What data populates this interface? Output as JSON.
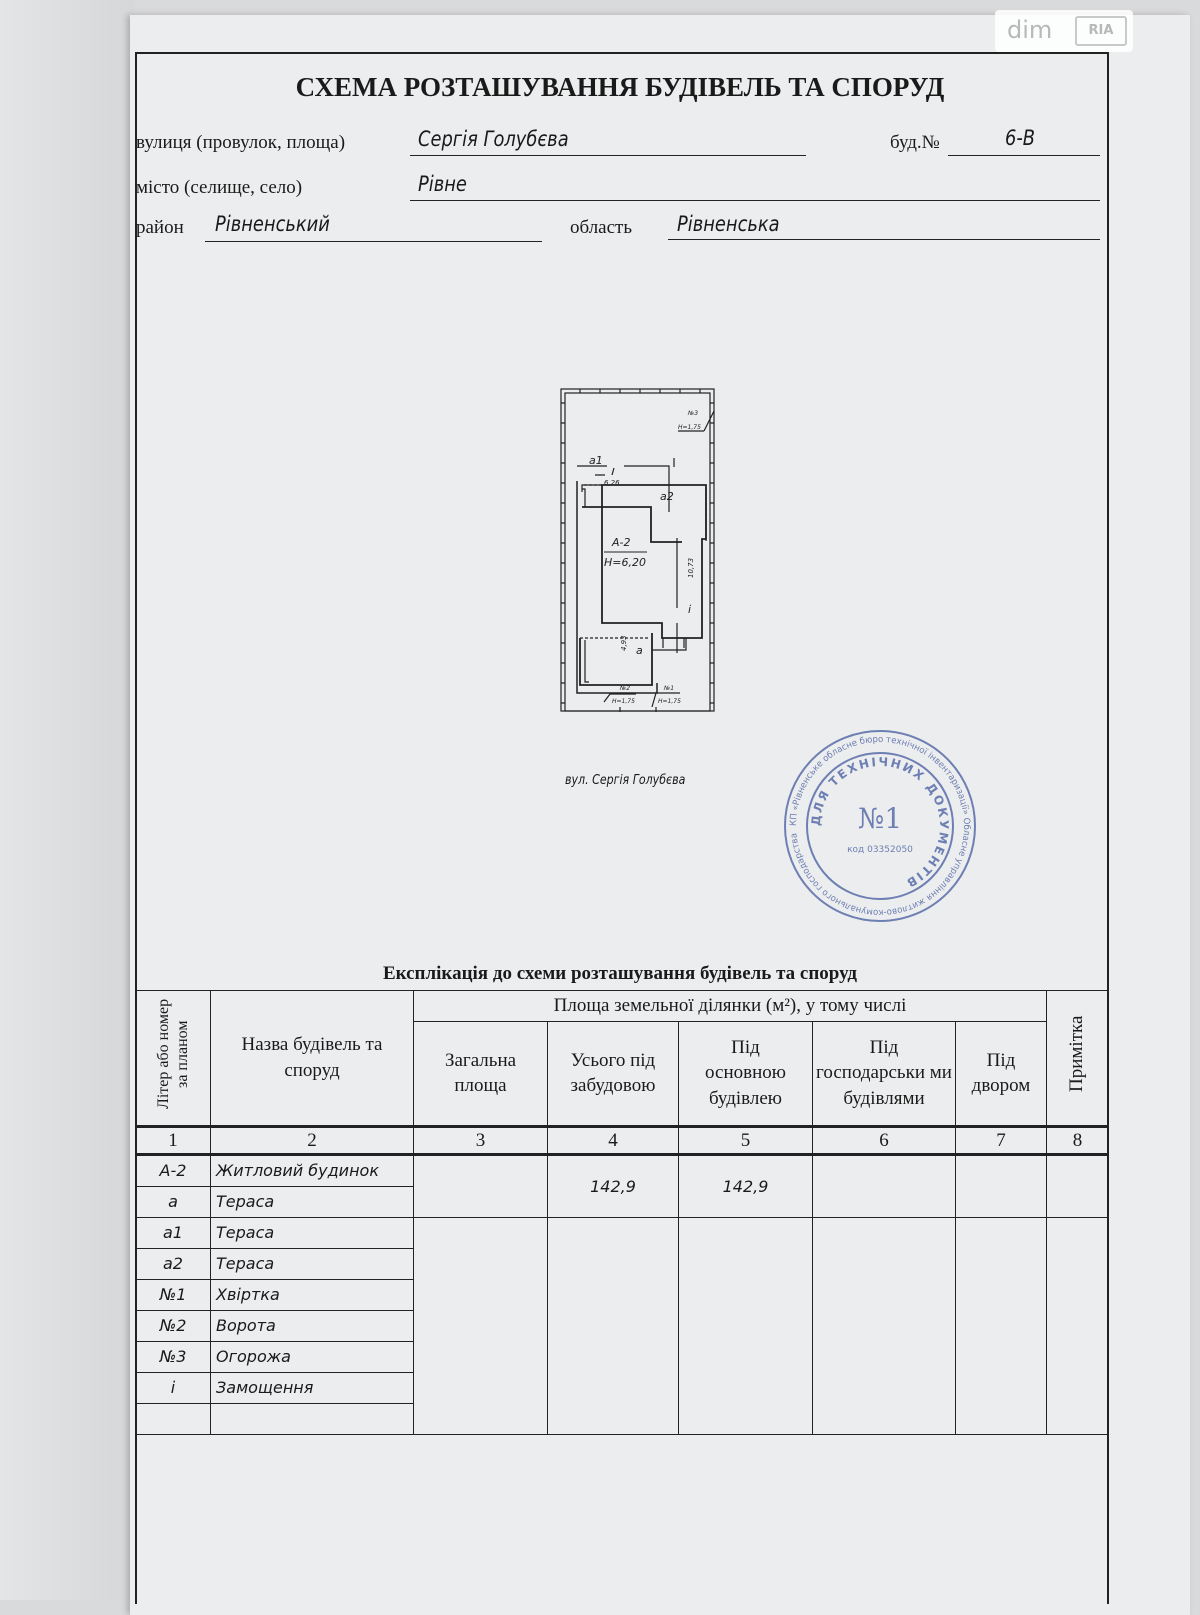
{
  "document": {
    "title": "СХЕМА РОЗТАШУВАННЯ БУДІВЕЛЬ ТА СПОРУД",
    "fields": {
      "street_label": "вулиця (провулок, площа)",
      "street_value": "Сергія Голубєва",
      "building_label": "буд.№",
      "building_value": "6-В",
      "city_label": "місто (селище, село)",
      "city_value": "Рівне",
      "district_label": "район",
      "district_value": "Рівненський",
      "region_label": "область",
      "region_value": "Рівненська"
    },
    "plan": {
      "labels": {
        "main": "А-2",
        "height": "Н=6,20",
        "a": "а",
        "a1": "а1",
        "a2": "а2",
        "i": "і",
        "dim_top": "6,26",
        "dim_side": "10,73",
        "dim_bottom": "4,93",
        "n3": "№3",
        "n3_h": "Н=1,75",
        "n2": "№2",
        "n2_h": "Н=1,75",
        "n1": "№1",
        "n1_h": "Н=1,75"
      },
      "caption": "вул. Сергія Голубєва"
    },
    "stamp": {
      "center": "№1",
      "inner_ring": "ДЛЯ ТЕХНІЧНИХ ДОКУМЕНТІВ",
      "outer_ring": "КП «Рівненське обласне бюро технічної інвентаризації» Обласне управління житлово-комунального господарства",
      "code": "код 03352050"
    },
    "watermark": "dim RIA"
  },
  "explication": {
    "title": "Експлікація до схеми розташування будівель та споруд",
    "headers": {
      "col1": "Літер або номер за планом",
      "col2": "Назва будівель та споруд",
      "group": "Площа земельної ділянки (м²), у тому числі",
      "col3": "Загальна площа",
      "col4": "Усього під забудовою",
      "col5": "Під основною будівлею",
      "col6": "Під господарськи ми будівлями",
      "col7": "Під двором",
      "col8": "Примітка"
    },
    "numbers": [
      "1",
      "2",
      "3",
      "4",
      "5",
      "6",
      "7",
      "8"
    ],
    "rows": [
      {
        "letter": "А-2",
        "name": "Житловий будинок"
      },
      {
        "letter": "а",
        "name": "Тераса"
      },
      {
        "letter": "а1",
        "name": "Тераса"
      },
      {
        "letter": "а2",
        "name": "Тераса"
      },
      {
        "letter": "№1",
        "name": "Хвіртка"
      },
      {
        "letter": "№2",
        "name": "Ворота"
      },
      {
        "letter": "№3",
        "name": "Огорожа"
      },
      {
        "letter": "і",
        "name": "Замощення"
      }
    ],
    "totals": {
      "built_up": "142,9",
      "main_building": "142,9"
    }
  }
}
